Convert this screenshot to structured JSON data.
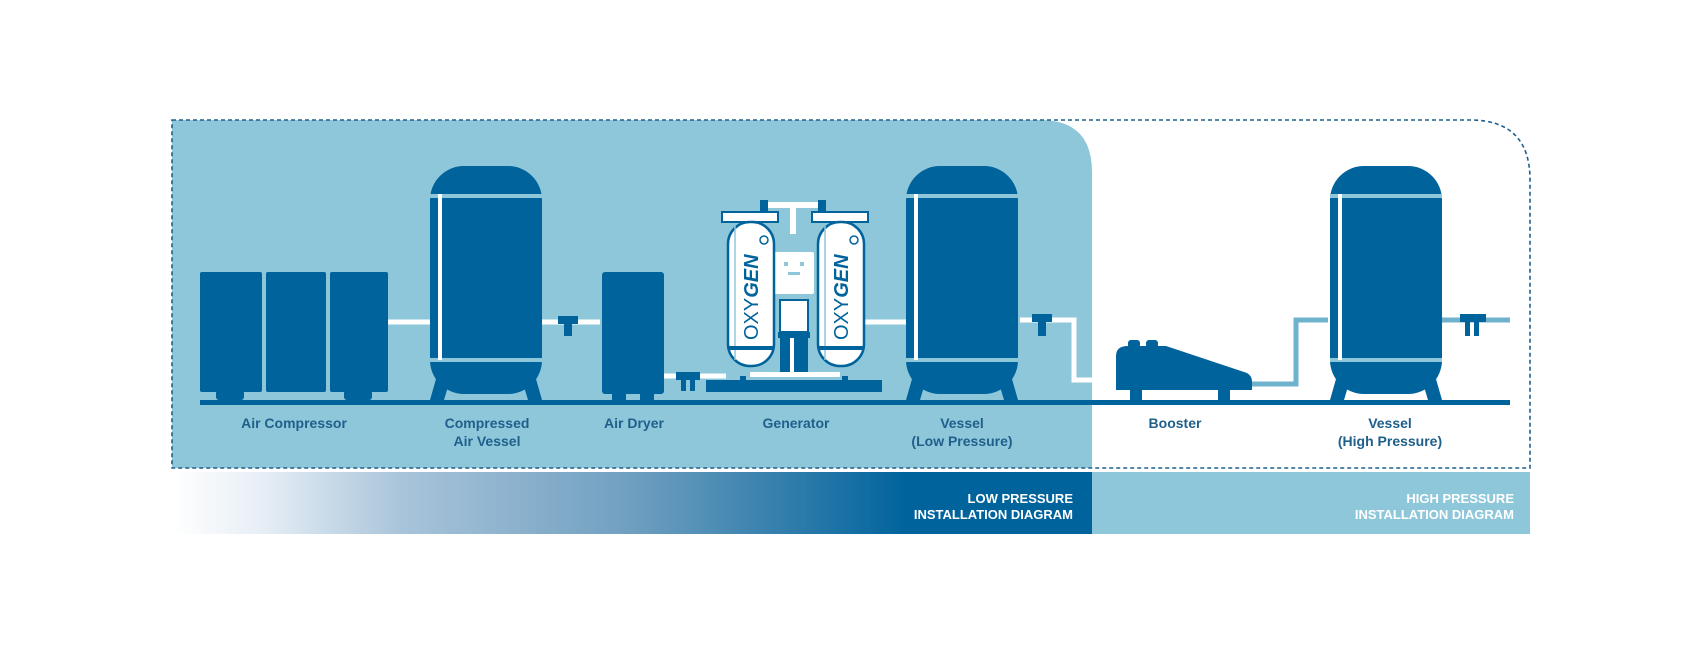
{
  "colors": {
    "dark_blue": "#00639c",
    "light_blue": "#8fc7da",
    "pipe_light": "#6fb2cc",
    "label_blue": "#1f5f8b"
  },
  "components": [
    {
      "line1": "Air Compressor",
      "line2": ""
    },
    {
      "line1": "Compressed",
      "line2": "Air Vessel"
    },
    {
      "line1": "Air Dryer",
      "line2": ""
    },
    {
      "line1": "Generator",
      "line2": ""
    },
    {
      "line1": "Vessel",
      "line2": "(Low Pressure)"
    },
    {
      "line1": "Booster",
      "line2": ""
    },
    {
      "line1": "Vessel",
      "line2": "(High Pressure)"
    }
  ],
  "brand": {
    "part1": "OXY",
    "part2": "GEN"
  },
  "bands": {
    "low": {
      "line1": "LOW PRESSURE",
      "line2": "INSTALLATION DIAGRAM"
    },
    "high": {
      "line1": "HIGH PRESSURE",
      "line2": "INSTALLATION DIAGRAM"
    }
  },
  "icons": [
    "air-compressor-icon",
    "compressed-air-vessel-icon",
    "air-dryer-icon",
    "oxygen-generator-icon",
    "low-pressure-vessel-icon",
    "booster-icon",
    "high-pressure-vessel-icon",
    "valve-icon"
  ]
}
